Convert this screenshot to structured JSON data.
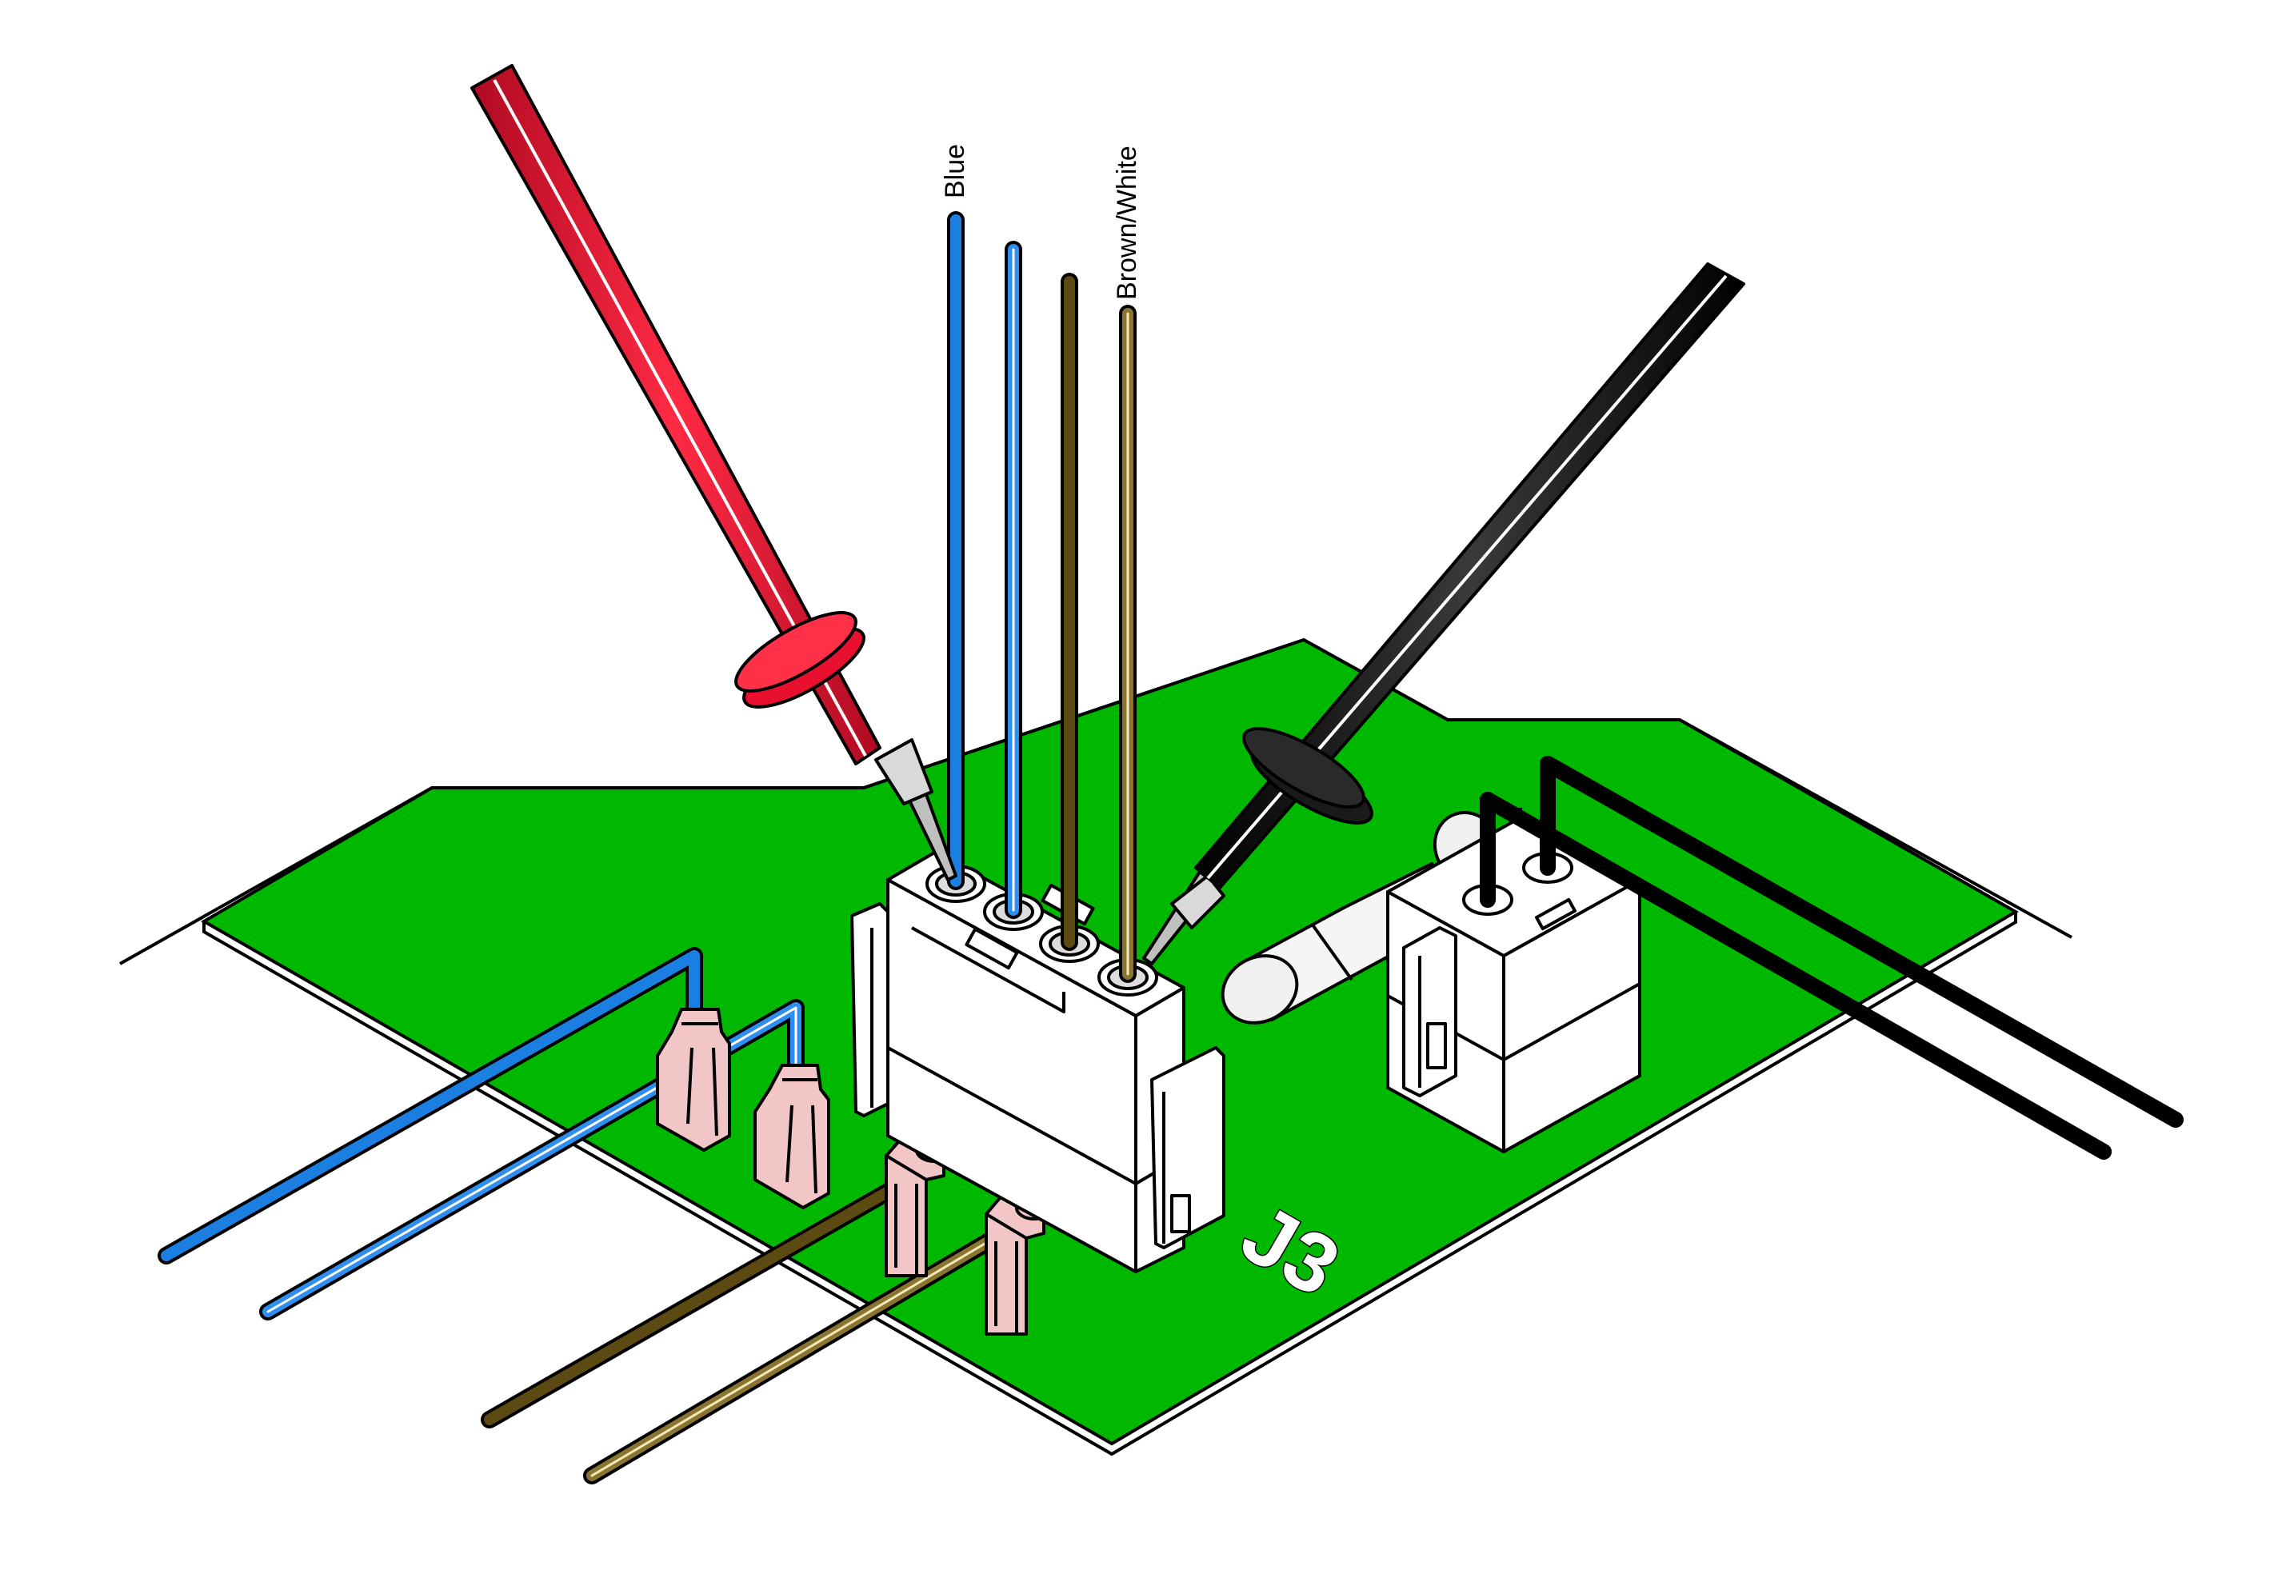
{
  "labels": {
    "wire_blue": "Blue",
    "wire_brown_white": "Brown/White",
    "connector_designator": "J3"
  },
  "colors": {
    "board_green": "#00b800",
    "wire_blue": "#1a7fe0",
    "wire_brown": "#5c4a12",
    "probe_red": "#e8102e",
    "probe_black": "#1a1a1a",
    "terminal_pink": "#f2c6c6",
    "connector_white": "#ffffff"
  },
  "icons": {
    "red_probe": "red-test-probe",
    "black_probe": "black-test-probe",
    "fuse": "cartridge-fuse"
  }
}
